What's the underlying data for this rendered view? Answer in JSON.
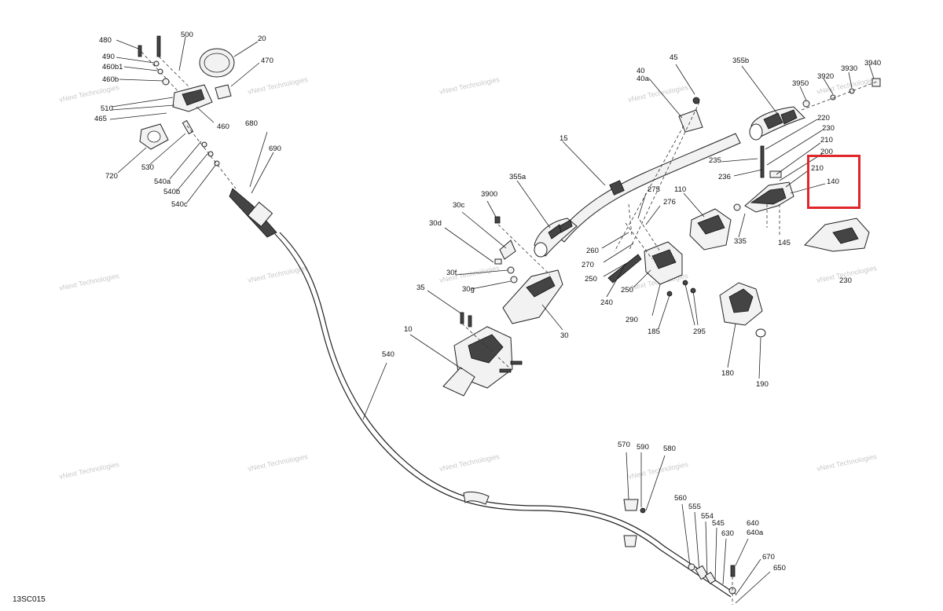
{
  "diagram": {
    "code": "13SC015",
    "watermark": "vNext Technologies",
    "highlighted_callout": "140",
    "callouts": [
      "480",
      "500",
      "20",
      "490",
      "460b1",
      "460b",
      "470",
      "510",
      "465",
      "460",
      "720",
      "530",
      "540a",
      "540b",
      "540c",
      "680",
      "690",
      "45",
      "40",
      "40a",
      "355b",
      "3950",
      "3920",
      "3930",
      "3940",
      "220",
      "230",
      "210",
      "200",
      "235",
      "236",
      "210",
      "140",
      "15",
      "355a",
      "3900",
      "30c",
      "30d",
      "30f",
      "30g",
      "35",
      "10",
      "30",
      "275",
      "276",
      "260",
      "270",
      "250",
      "240",
      "250",
      "290",
      "185",
      "295",
      "110",
      "335",
      "145",
      "230",
      "180",
      "190",
      "540",
      "570",
      "590",
      "580",
      "560",
      "555",
      "554",
      "545",
      "630",
      "640",
      "640a",
      "670",
      "650"
    ]
  }
}
